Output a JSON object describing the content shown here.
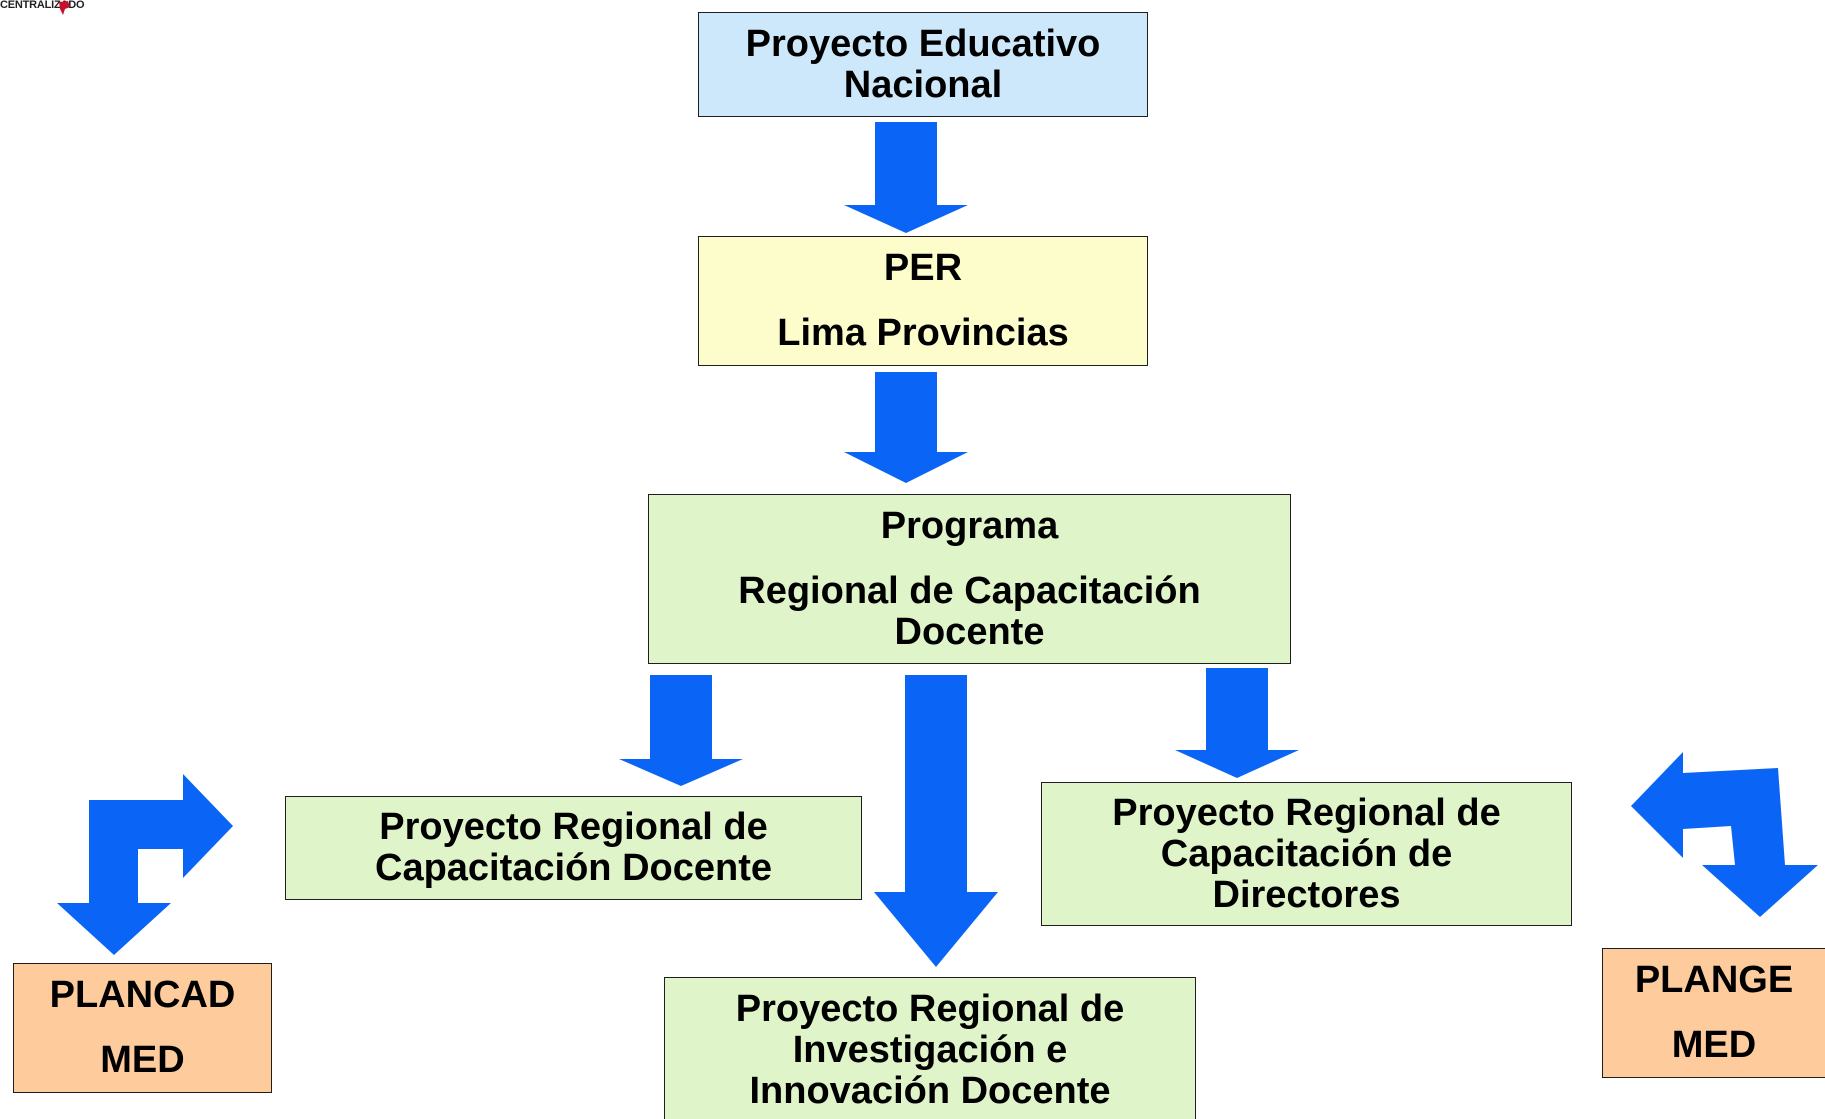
{
  "logo": {
    "text": "CENTRALIZADO"
  },
  "boxes": {
    "pen": {
      "lines": [
        "Proyecto Educativo",
        "Nacional"
      ]
    },
    "per": {
      "lines": [
        "PER",
        "Lima Provincias"
      ]
    },
    "programa": {
      "lines": [
        "Programa",
        "Regional de Capacitación",
        "Docente"
      ]
    },
    "proyecto_docente": {
      "lines": [
        "Proyecto Regional de",
        "Capacitación Docente"
      ]
    },
    "proyecto_investigacion": {
      "lines": [
        "Proyecto Regional de",
        "Investigación e",
        "Innovación Docente"
      ]
    },
    "proyecto_directores": {
      "lines": [
        "Proyecto Regional de",
        "Capacitación de",
        "Directores"
      ]
    },
    "plancad": {
      "lines": [
        "PLANCAD",
        "MED"
      ]
    },
    "plange": {
      "lines": [
        "PLANGE",
        "MED"
      ]
    }
  },
  "colors": {
    "arrow": "#0a64f5",
    "blue_box": "#cce8fa",
    "yellow_box": "#fdfdcc",
    "green_box": "#dff4c8",
    "orange_box": "#fdcb9c",
    "border": "#1f1f1f",
    "logo_red": "#c8102e"
  },
  "icons": {
    "down_arrow": "down-arrow-icon",
    "bent_arrow": "bent-arrow-icon"
  }
}
